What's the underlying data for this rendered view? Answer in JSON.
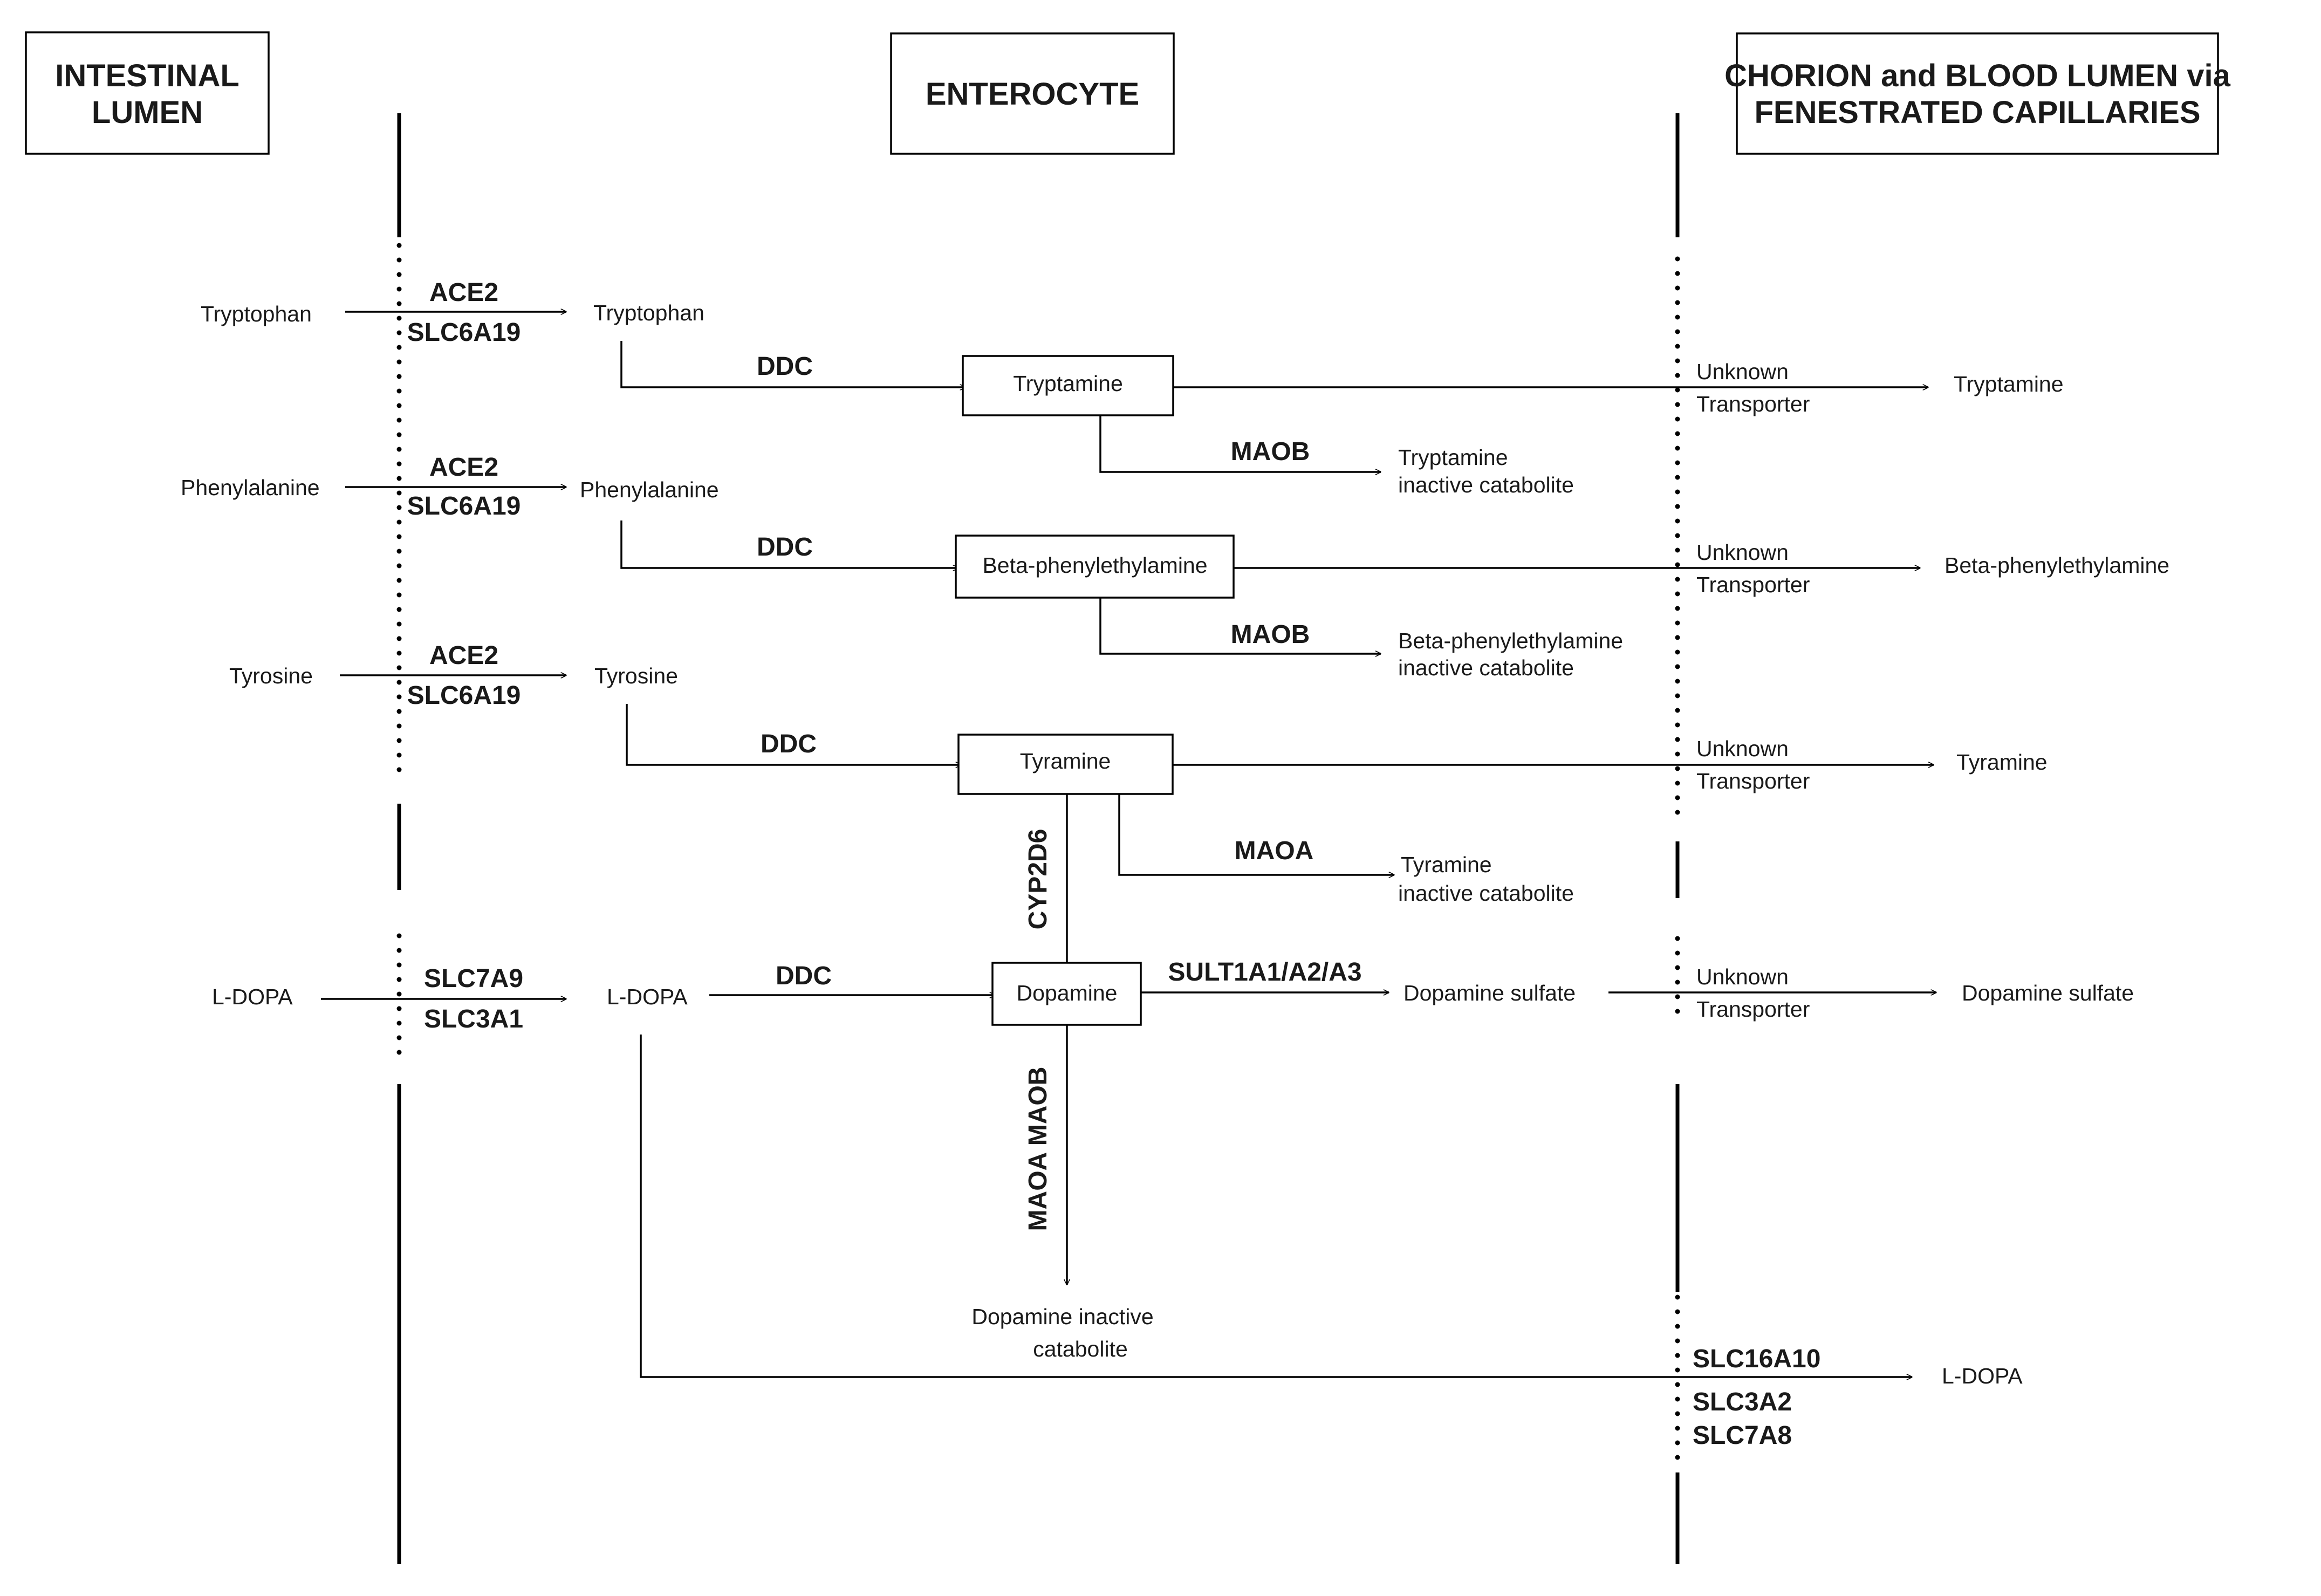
{
  "headers": {
    "lumen": [
      "INTESTINAL",
      "LUMEN"
    ],
    "enterocyte": "ENTEROCYTE",
    "chorion": [
      "CHORION and BLOOD LUMEN via",
      "FENESTRATED CAPILLARIES"
    ]
  },
  "rows": {
    "tryptophan": {
      "lumen_molecule": "Tryptophan",
      "uptake": [
        "ACE2",
        "SLC6A19"
      ],
      "cell_molecule": "Tryptophan",
      "decarboxylase": "DDC",
      "amine": "Tryptamine",
      "oxidase": "MAOB",
      "catabolite": [
        "Tryptamine",
        "inactive catabolite"
      ],
      "efflux": [
        "Unknown",
        "Transporter"
      ],
      "blood_molecule": "Tryptamine"
    },
    "phenylalanine": {
      "lumen_molecule": "Phenylalanine",
      "uptake": [
        "ACE2",
        "SLC6A19"
      ],
      "cell_molecule": "Phenylalanine",
      "decarboxylase": "DDC",
      "amine": "Beta-phenylethylamine",
      "oxidase": "MAOB",
      "catabolite": [
        "Beta-phenylethylamine",
        "inactive catabolite"
      ],
      "efflux": [
        "Unknown",
        "Transporter"
      ],
      "blood_molecule": "Beta-phenylethylamine"
    },
    "tyrosine": {
      "lumen_molecule": "Tyrosine",
      "uptake": [
        "ACE2",
        "SLC6A19"
      ],
      "cell_molecule": "Tyrosine",
      "decarboxylase": "DDC",
      "amine": "Tyramine",
      "oxidase": "MAOA",
      "hydroxylase": "CYP2D6",
      "catabolite": [
        "Tyramine",
        "inactive catabolite"
      ],
      "efflux": [
        "Unknown",
        "Transporter"
      ],
      "blood_molecule": "Tyramine"
    },
    "ldopa": {
      "lumen_molecule": "L-DOPA",
      "uptake": [
        "SLC7A9",
        "SLC3A1"
      ],
      "cell_molecule": "L-DOPA",
      "decarboxylase": "DDC",
      "amine": "Dopamine",
      "sulfotransferase": "SULT1A1/A2/A3",
      "sulfate": "Dopamine sulfate",
      "oxidases": "MAOA MAOB",
      "catabolite": [
        "Dopamine inactive",
        "catabolite"
      ],
      "efflux": [
        "Unknown",
        "Transporter"
      ],
      "blood_sulfate": "Dopamine sulfate",
      "basolateral": [
        "SLC16A10",
        "SLC3A2",
        "SLC7A8"
      ],
      "blood_molecule": "L-DOPA"
    }
  }
}
